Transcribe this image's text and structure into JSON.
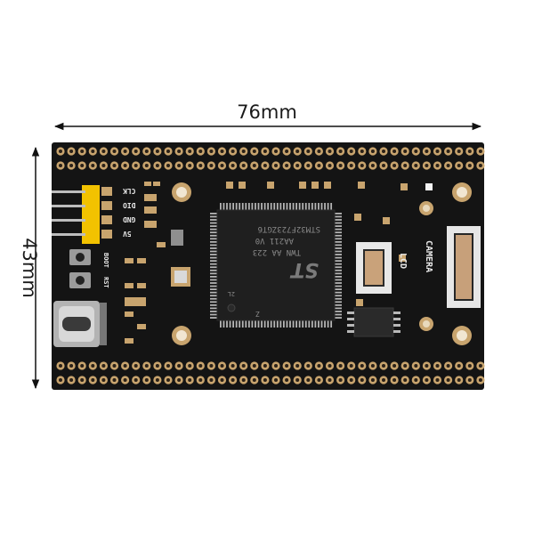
{
  "dimensions": {
    "width_label": "76mm",
    "height_label": "43mm"
  },
  "board": {
    "pin_labels": [
      "CLK",
      "DIO",
      "GND",
      "5V"
    ],
    "button_labels": [
      "BOOT",
      "RST"
    ],
    "connector_labels": [
      "LCD",
      "CAMERA"
    ],
    "mcu": {
      "brand": "ST",
      "part_number": "STM32F723ZGT6",
      "line2": "AA211 V0",
      "line3": "TWN AA 223",
      "line4": "2L",
      "line5": "Z"
    }
  },
  "colors": {
    "pcb": "#141414",
    "pad": "#c8a46e",
    "header": "#f2c200",
    "silkscreen": "#e9e9e9"
  }
}
